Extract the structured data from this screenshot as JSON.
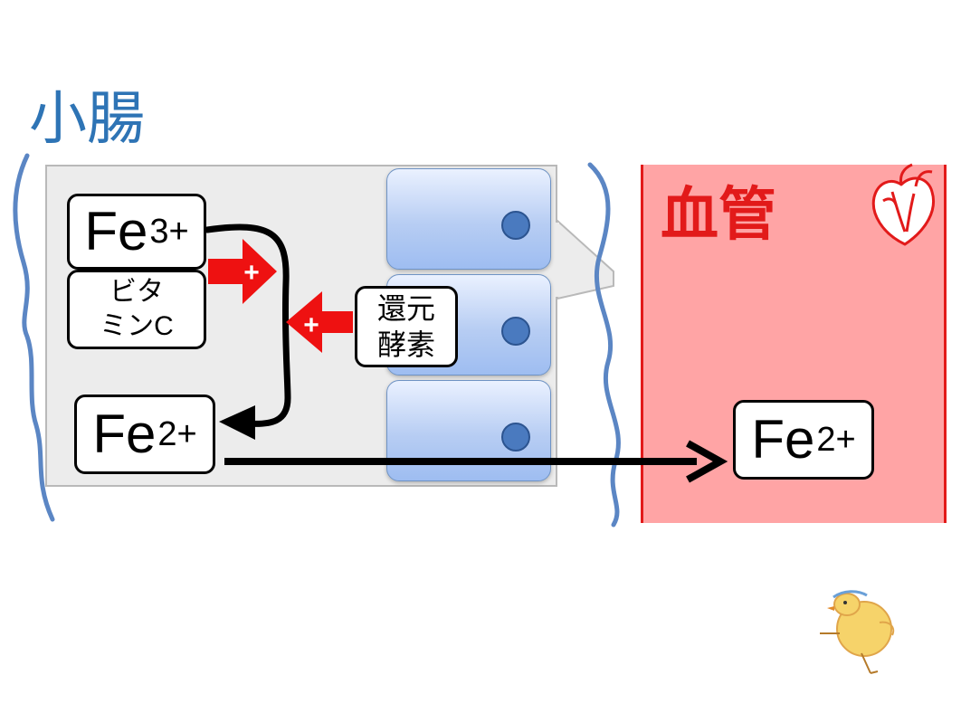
{
  "colors": {
    "intestine_blue": "#2e74b5",
    "vessel_red": "#e21a1a"
  },
  "intestine": {
    "title": "小腸"
  },
  "vessel": {
    "title": "血管"
  },
  "ions": {
    "fe3": {
      "symbol": "Fe",
      "charge": "3+"
    },
    "fe2_intestine": {
      "symbol": "Fe",
      "charge": "2+"
    },
    "fe2_blood": {
      "symbol": "Fe",
      "charge": "2+"
    }
  },
  "vitamin_c": {
    "line1": "ビタ",
    "line2": "ミンC"
  },
  "reductase": {
    "line1": "還元",
    "line2": "酵素"
  },
  "promote_sign": "+",
  "icons": [
    "heart-icon",
    "chick-icon"
  ]
}
